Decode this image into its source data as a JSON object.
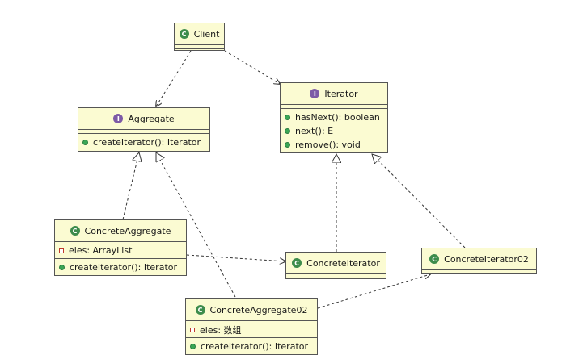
{
  "diagram": {
    "client": {
      "name": "Client",
      "badge": "C"
    },
    "aggregate": {
      "name": "Aggregate",
      "badge": "I",
      "methods": [
        "createIterator(): Iterator"
      ]
    },
    "iterator": {
      "name": "Iterator",
      "badge": "I",
      "methods": [
        "hasNext(): boolean",
        "next(): E",
        "remove(): void"
      ]
    },
    "concrete_aggregate": {
      "name": "ConcreteAggregate",
      "badge": "C",
      "fields": [
        "eles: ArrayList"
      ],
      "methods": [
        "createIterator(): Iterator"
      ]
    },
    "concrete_iterator": {
      "name": "ConcreteIterator",
      "badge": "C"
    },
    "concrete_iterator02": {
      "name": "ConcreteIterator02",
      "badge": "C"
    },
    "concrete_aggregate02": {
      "name": "ConcreteAggregate02",
      "badge": "C",
      "fields": [
        "eles: 数组"
      ],
      "methods": [
        "createIterator(): Iterator"
      ]
    }
  },
  "colors": {
    "class_fill": "#fbfbd2",
    "border": "#555555",
    "class_badge": "#3d8c4c",
    "interface_badge": "#7d5aa6",
    "public_marker": "#3aa655",
    "private_marker": "#c0392b"
  }
}
